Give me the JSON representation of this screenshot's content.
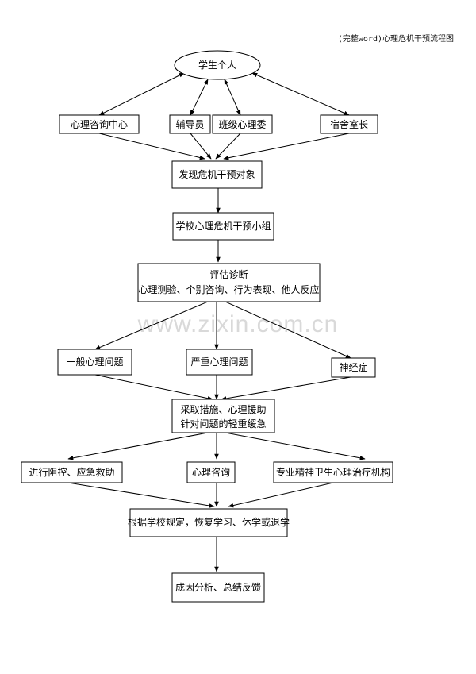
{
  "header": {
    "title": "(完整word)心理危机干预流程图"
  },
  "watermark": {
    "text": "www.zixin.com.cn"
  },
  "nodes": {
    "student": {
      "label": "学生个人"
    },
    "counseling_center": {
      "label": "心理咨询中心"
    },
    "counselor": {
      "label": "辅导员"
    },
    "class_committee": {
      "label": "班级心理委"
    },
    "dorm_head": {
      "label": "宿舍室长"
    },
    "identify": {
      "label": "发现危机干预对象"
    },
    "school_group": {
      "label": "学校心理危机干预小组"
    },
    "assess": {
      "label_1": "评估诊断",
      "label_2": "心理测验、个别咨询、行为表现、他人反应"
    },
    "general": {
      "label": "一般心理问题"
    },
    "serious": {
      "label": "严重心理问题"
    },
    "neurosis": {
      "label": "神经症"
    },
    "measures": {
      "label_1": "采取措施、心理援助",
      "label_2": "针对问题的轻重缓急"
    },
    "emergency": {
      "label": "进行阻控、应急救助"
    },
    "consult": {
      "label": "心理咨询"
    },
    "institution": {
      "label": "专业精神卫生心理治疗机构"
    },
    "outcome": {
      "label": "根据学校规定，恢复学习、休学或退学"
    },
    "summary": {
      "label": "成因分析、总结反馈"
    }
  }
}
